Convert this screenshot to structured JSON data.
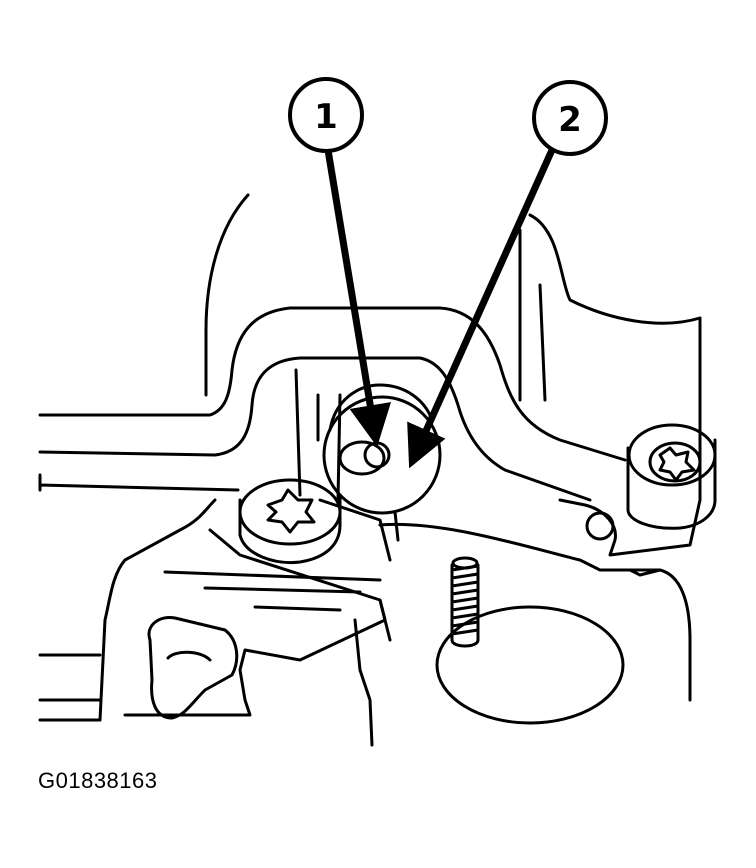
{
  "callouts": [
    {
      "label": "1"
    },
    {
      "label": "2"
    }
  ],
  "caption": "G01838163"
}
